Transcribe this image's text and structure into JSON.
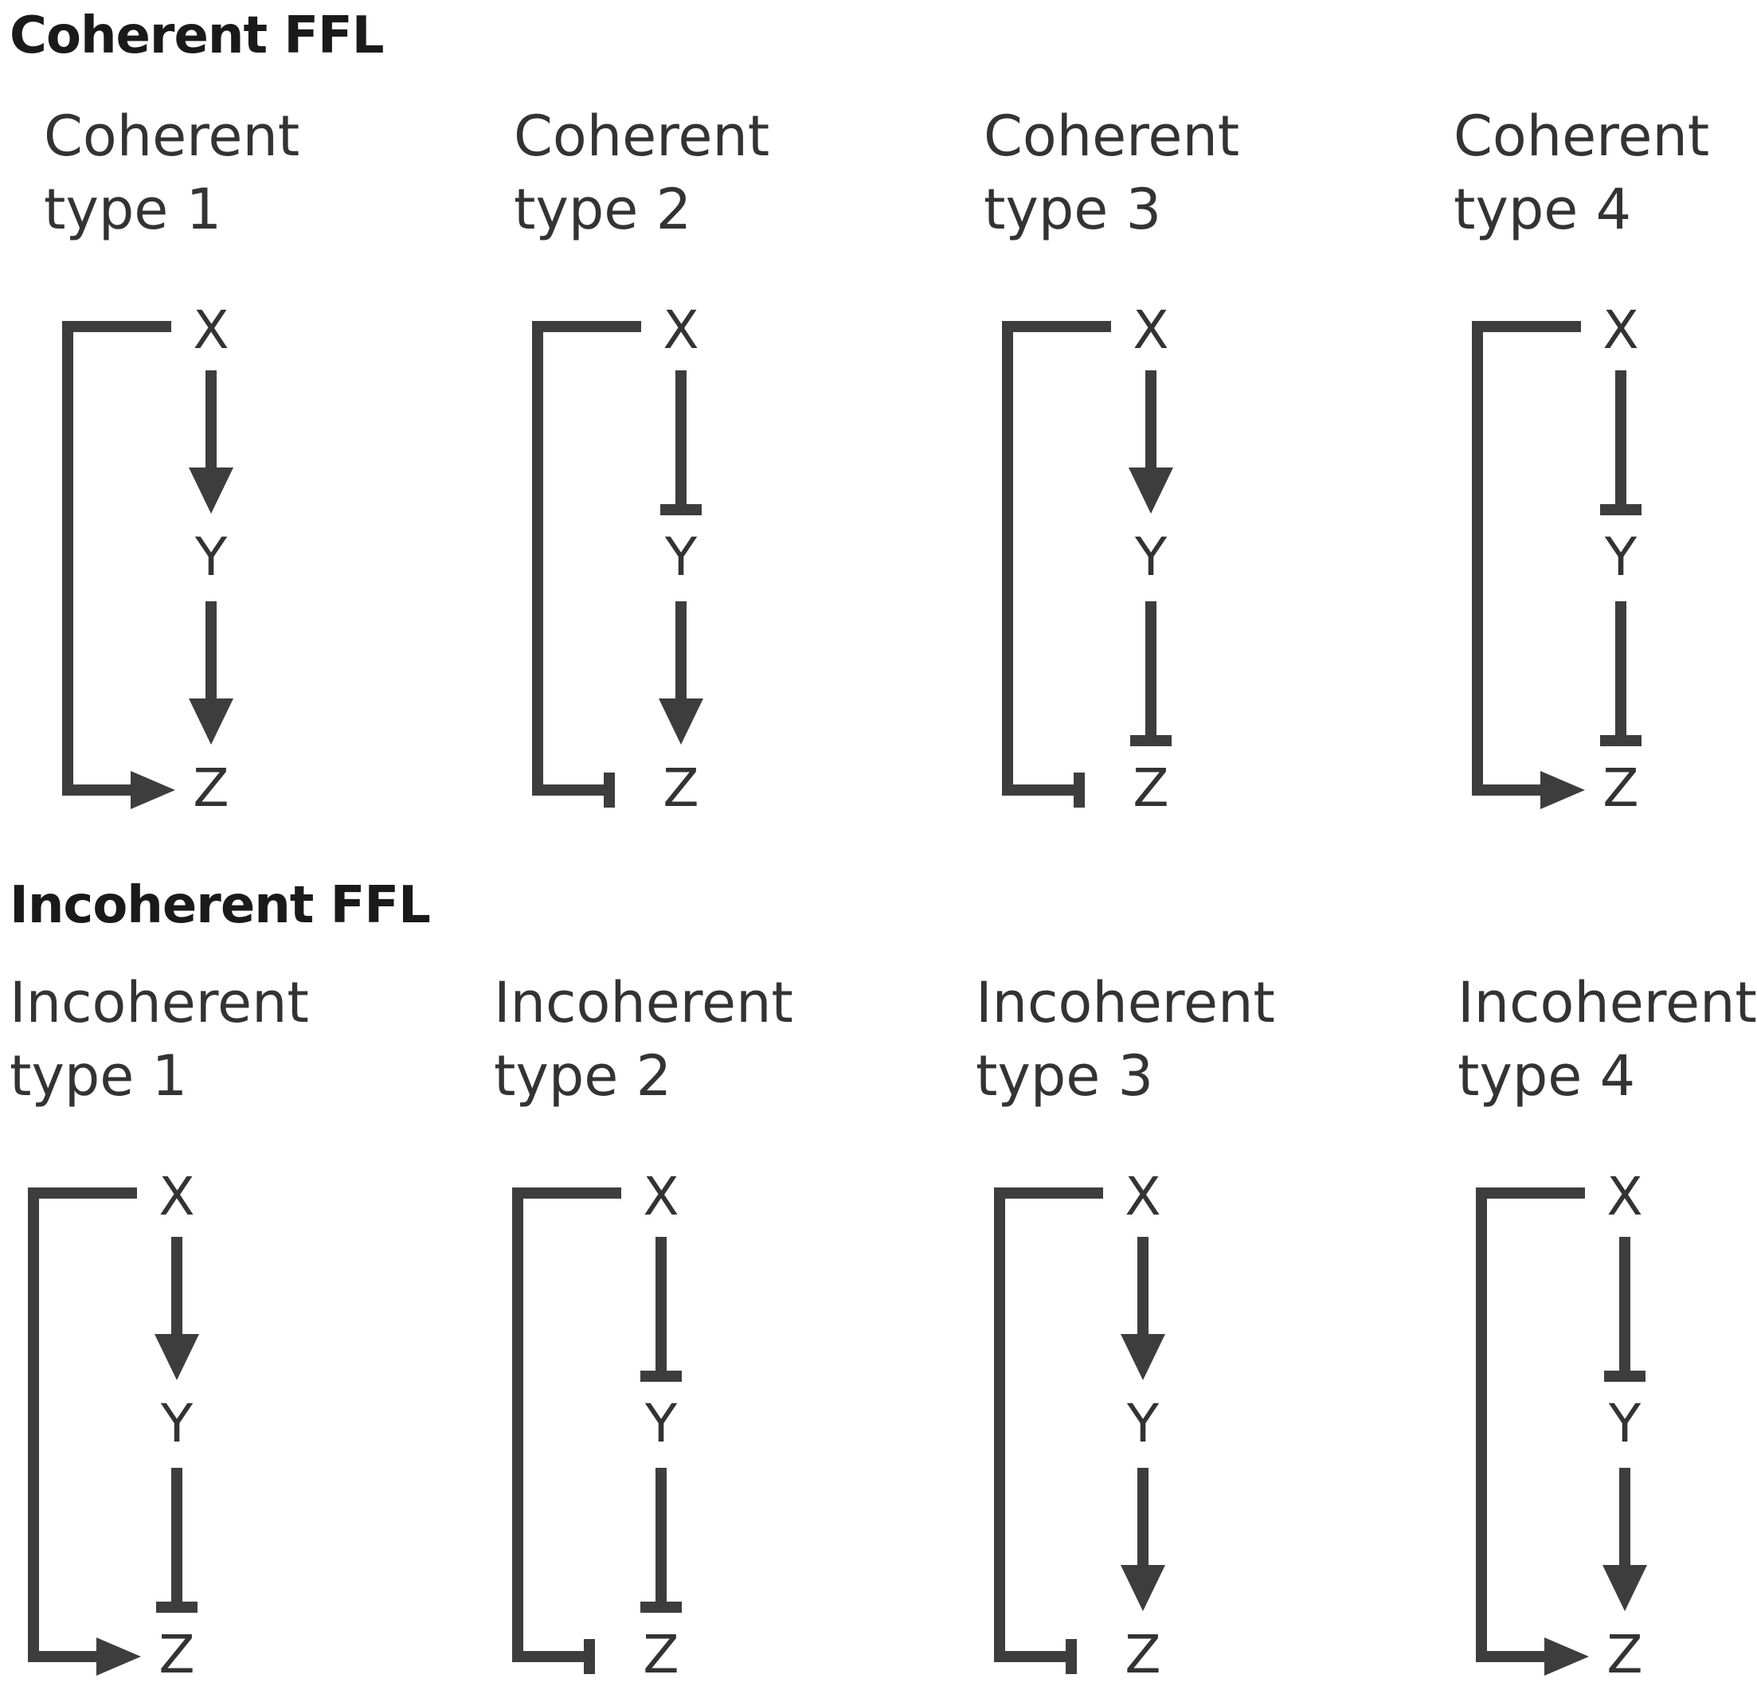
{
  "sections": [
    {
      "title": "Coherent FFL",
      "panels": [
        {
          "line1": "Coherent",
          "line2": "type 1",
          "xy": "act",
          "yz": "act",
          "xz": "act"
        },
        {
          "line1": "Coherent",
          "line2": "type 2",
          "xy": "rep",
          "yz": "act",
          "xz": "rep"
        },
        {
          "line1": "Coherent",
          "line2": "type 3",
          "xy": "act",
          "yz": "rep",
          "xz": "rep"
        },
        {
          "line1": "Coherent",
          "line2": "type 4",
          "xy": "rep",
          "yz": "rep",
          "xz": "act"
        }
      ]
    },
    {
      "title": "Incoherent FFL",
      "panels": [
        {
          "line1": "Incoherent",
          "line2": "type 1",
          "xy": "act",
          "yz": "rep",
          "xz": "act"
        },
        {
          "line1": "Incoherent",
          "line2": "type 2",
          "xy": "rep",
          "yz": "rep",
          "xz": "rep"
        },
        {
          "line1": "Incoherent",
          "line2": "type 3",
          "xy": "act",
          "yz": "act",
          "xz": "rep"
        },
        {
          "line1": "Incoherent",
          "line2": "type 4",
          "xy": "rep",
          "yz": "act",
          "xz": "act"
        }
      ]
    }
  ],
  "nodes": {
    "x": "X",
    "y": "Y",
    "z": "Z"
  },
  "colors": {
    "line": "#3d3d3d",
    "text": "#333333"
  }
}
